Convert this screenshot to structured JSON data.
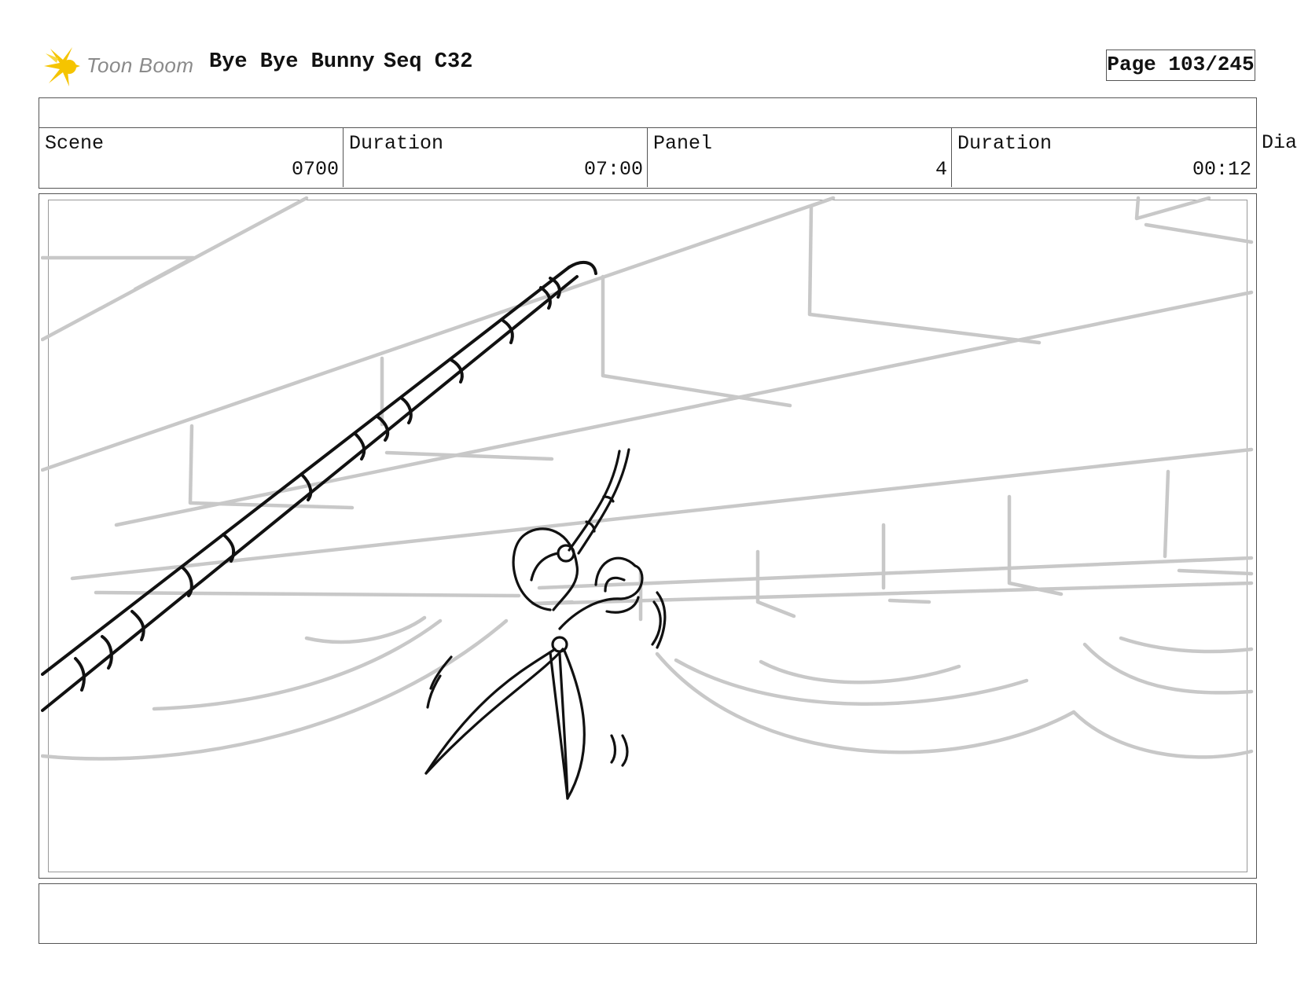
{
  "header": {
    "logo_text": "Toon Boom",
    "project_title": "Bye Bye Bunny",
    "sequence": "Seq C32",
    "page": "Page 103/245"
  },
  "info": {
    "scene_label": "Scene",
    "scene_value": "0700",
    "scene_duration_label": "Duration",
    "scene_duration_value": "07:00",
    "panel_label": "Panel",
    "panel_value": "4",
    "panel_duration_label": "Duration",
    "panel_duration_value": "00:12",
    "dialogue_label": "Dia"
  },
  "caption": {
    "text": ""
  },
  "colors": {
    "logo_star": "#f5c400",
    "background_lines": "#c8c8c8",
    "ink": "#111111"
  },
  "icons": [
    "toon-boom-star-icon"
  ]
}
